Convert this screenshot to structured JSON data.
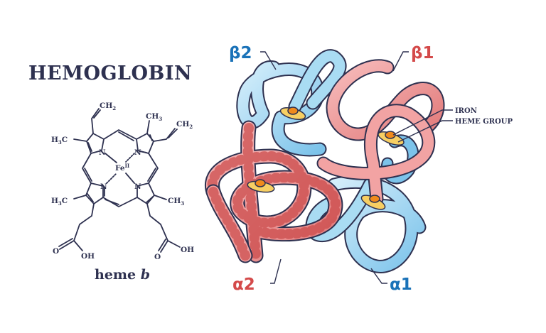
{
  "title": "HEMOGLOBIN",
  "heme": {
    "name_prefix": "heme ",
    "name_suffix": "b",
    "center_atom": "Fe",
    "center_oxidation": "II",
    "nitrogen": "N",
    "groups": {
      "vinyl_top": "CH",
      "vinyl_top_sub": "2",
      "methyl_top": "CH",
      "methyl_top_sub": "3",
      "vinyl_right": "CH",
      "vinyl_right_sub": "2",
      "methyl_left_top_prefix": "H",
      "methyl_left_top_sub": "3",
      "methyl_left_top_suffix": "C",
      "methyl_left_bottom_prefix": "H",
      "methyl_left_bottom_sub": "3",
      "methyl_left_bottom_suffix": "C",
      "methyl_right_bottom": "CH",
      "methyl_right_bottom_sub": "3",
      "carboxyl_left_o": "O",
      "carboxyl_left_oh": "OH",
      "carboxyl_right_o": "O",
      "carboxyl_right_oh": "OH"
    }
  },
  "chains": {
    "beta2": {
      "label": "β2",
      "color": "#1a72b8"
    },
    "beta1": {
      "label": "β1",
      "color": "#d44a4a"
    },
    "alpha2": {
      "label": "α2",
      "color": "#d44a4a"
    },
    "alpha1": {
      "label": "α1",
      "color": "#1a72b8"
    }
  },
  "callouts": {
    "iron": "IRON",
    "heme_group": "HEME GROUP"
  },
  "colors": {
    "ink": "#2e3150",
    "blue_tube": "#a9dcf3",
    "blue_tube_dark": "#4fa7dc",
    "red_tube": "#f2a3a3",
    "red_tube_dark": "#d96565",
    "heme_disc": "#f7cf63",
    "iron_core": "#f08a1c"
  }
}
